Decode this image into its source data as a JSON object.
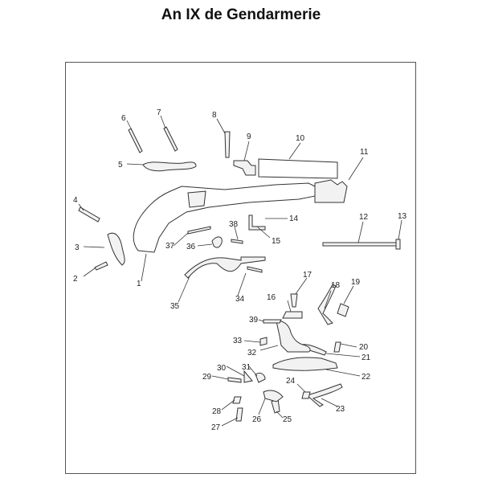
{
  "title": "An IX de Gendarmerie",
  "callouts": [
    "1",
    "2",
    "3",
    "4",
    "5",
    "6",
    "7",
    "8",
    "9",
    "10",
    "11",
    "12",
    "13",
    "14",
    "15",
    "16",
    "17",
    "18",
    "19",
    "20",
    "21",
    "22",
    "23",
    "24",
    "25",
    "26",
    "27",
    "28",
    "29",
    "30",
    "31",
    "32",
    "33",
    "34",
    "35",
    "36",
    "37",
    "38",
    "39"
  ]
}
